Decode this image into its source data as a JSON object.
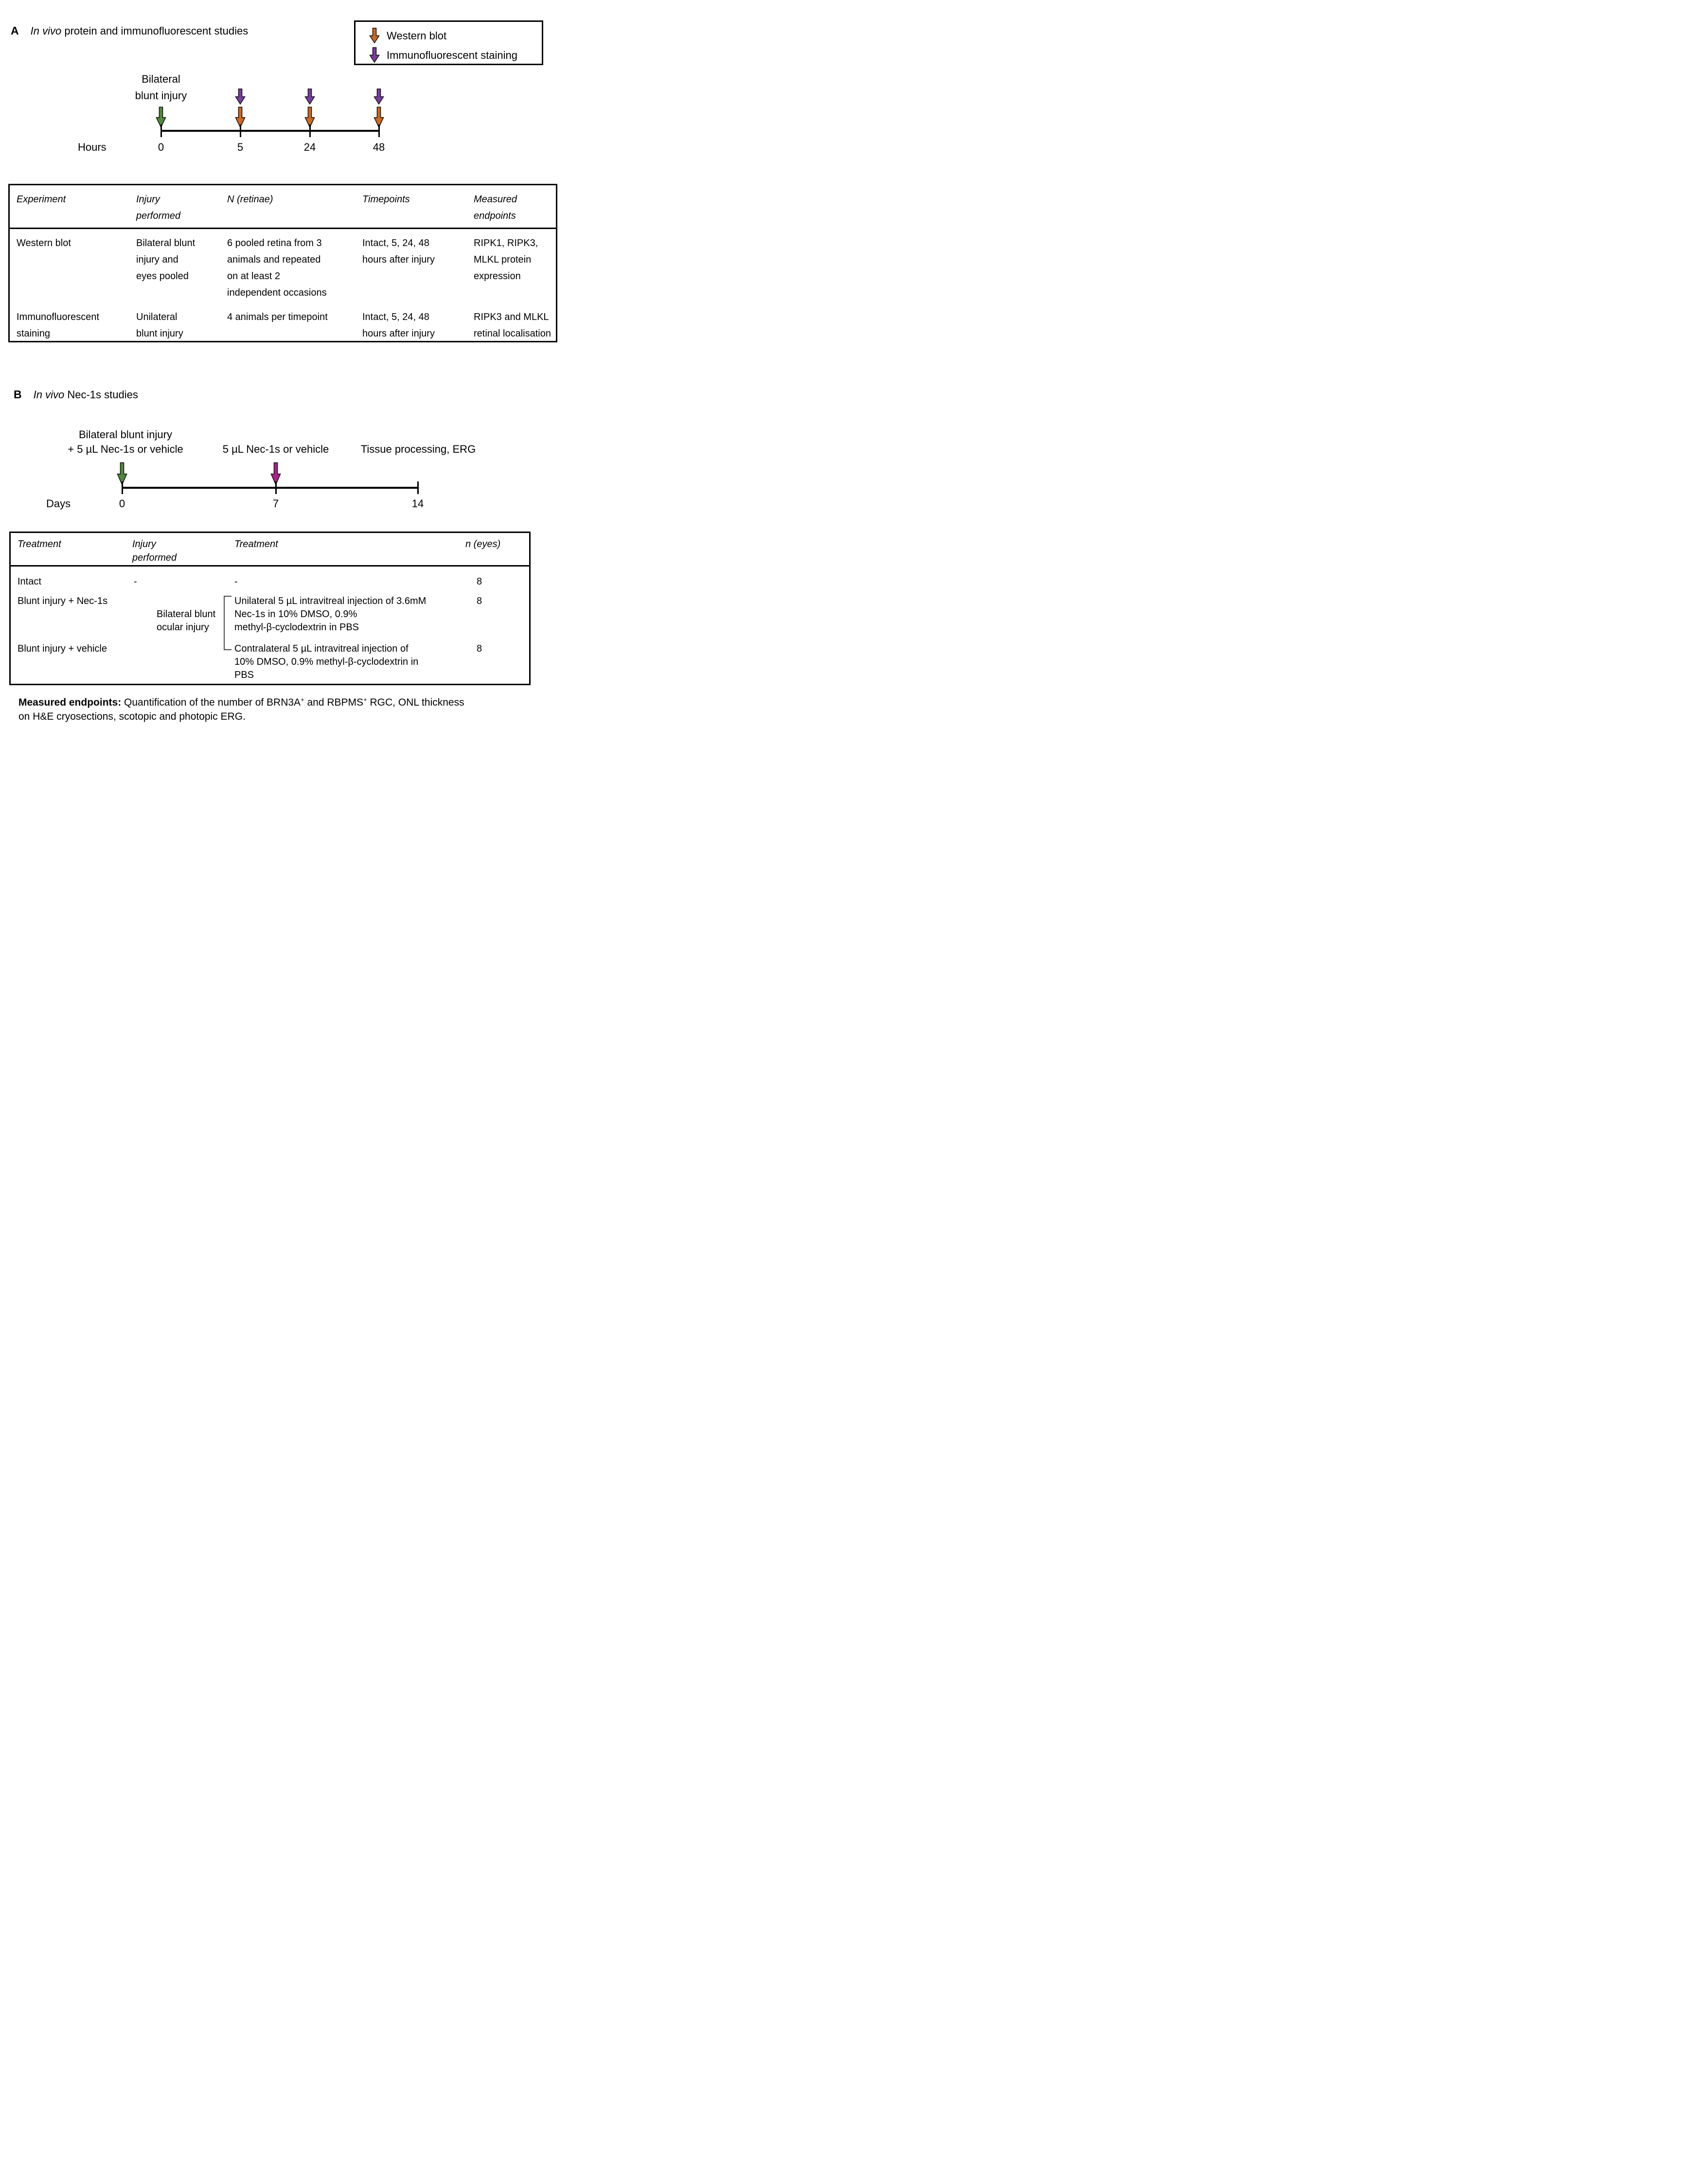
{
  "colors": {
    "green": "#4F8B3B",
    "orange": "#D0691F",
    "purple": "#7B3CA4",
    "magenta": "#B0208C"
  },
  "panel_a": {
    "label": "A",
    "title_italic": "In vivo",
    "title_rest": " protein and immunofluorescent studies",
    "legend": [
      {
        "icon": "orange-arrow",
        "label": "Western blot"
      },
      {
        "icon": "purple-arrow",
        "label": "Immunofluorescent staining"
      }
    ],
    "timeline": {
      "event_label": "Bilateral\nblunt injury",
      "axis_label": "Hours",
      "ticks": [
        "0",
        "5",
        "24",
        "48"
      ]
    },
    "table": {
      "headers": [
        "Experiment",
        "Injury\nperformed",
        "N (retinae)",
        "Timepoints",
        "Measured\nendpoints"
      ],
      "rows": [
        [
          "Western blot",
          "Bilateral blunt\ninjury and\neyes pooled",
          "6 pooled retina from 3\nanimals and repeated\non at least 2\nindependent occasions",
          "Intact, 5, 24, 48\nhours after injury",
          "RIPK1, RIPK3,\nMLKL protein\nexpression"
        ],
        [
          "Immunofluorescent\nstaining",
          "Unilateral\nblunt injury",
          "4 animals per timepoint",
          "Intact, 5, 24, 48\nhours after injury",
          "RIPK3 and MLKL\nretinal localisation"
        ]
      ]
    }
  },
  "panel_b": {
    "label": "B",
    "title_italic": "In vivo",
    "title_rest": " Nec-1s studies",
    "timeline": {
      "event0_label": "Bilateral blunt injury\n+ 5 µL Nec-1s or vehicle",
      "event7_label": "5 µL Nec-1s or vehicle",
      "event14_label": "Tissue processing, ERG",
      "axis_label": "Days",
      "ticks": [
        "0",
        "7",
        "14"
      ]
    },
    "table": {
      "headers": [
        "Treatment",
        "Injury\nperformed",
        "Treatment",
        "n (eyes)"
      ],
      "rows": {
        "intact": {
          "treatment": "Intact",
          "injury_dash": "-",
          "treatment2_dash": "-",
          "n": "8"
        },
        "nec1s": {
          "treatment": "Blunt injury + Nec-1s",
          "treatment2": "Unilateral 5 µL intravitreal injection of 3.6mM\nNec-1s in 10% DMSO, 0.9%\nmethyl-β-cyclodextrin in PBS",
          "n": "8"
        },
        "vehicle": {
          "treatment": "Blunt injury + vehicle",
          "treatment2": "Contralateral 5 µL intravitreal injection of\n10% DMSO, 0.9% methyl-β-cyclodextrin in\nPBS",
          "n": "8"
        },
        "shared_injury": "Bilateral blunt\nocular injury"
      }
    },
    "endpoints": {
      "label": "Measured endpoints:",
      "seg1": " Quantification of the number of BRN3A",
      "sup1": "+",
      "seg2": " and RBPMS",
      "sup2": "+",
      "seg3": " RGC, ONL thickness",
      "seg4": "on H&E cryosections, scotopic and photopic ERG."
    }
  }
}
